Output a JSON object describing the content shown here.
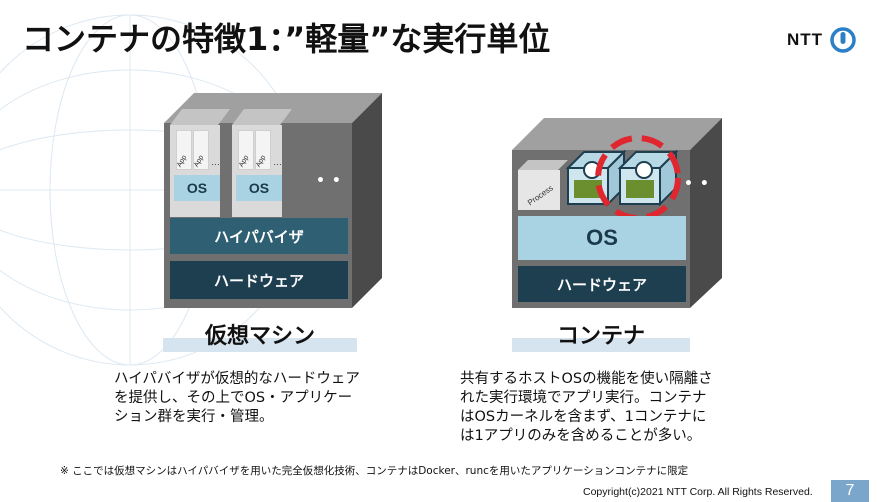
{
  "slide": {
    "title": "コンテナの特徴1：”軽量”な実行単位",
    "logo_text": "NTT",
    "page_number": "7",
    "copyright": "Copyright(c)2021 NTT Corp. All Rights Reserved.",
    "footnote": "※ ここでは仮想マシンはハイパバイザを用いた完全仮想化技術、コンテナはDocker、runcを用いたアプリケーションコンテナに限定"
  },
  "vm": {
    "caption": "仮想マシン",
    "app_label": "App",
    "ellipsis": "…",
    "os_label": "OS",
    "hypervisor_label": "ハイパバイザ",
    "hardware_label": "ハードウェア",
    "more_dots": "• •",
    "description": "ハイパバイザが仮想的なハードウェア\nを提供し、その上でOS・アプリケー\nション群を実行・管理。"
  },
  "container": {
    "caption": "コンテナ",
    "process_label": "Process",
    "os_label": "OS",
    "hardware_label": "ハードウェア",
    "more_dots": "• •",
    "description": "共有するホストOSの機能を使い隔離さ\nれた実行環境でアプリ実行。コンテナ\nはOSカーネルを含まず、1コンテナに\nは1アプリのみを含めることが多い。"
  },
  "colors": {
    "hypervisor": "#2e5f73",
    "hardware": "#1e3f50",
    "os_light": "#a9d3e3",
    "highlight_circle": "#e0262f",
    "container_green": "#6b8e2f",
    "page_badge": "#7aa6cc"
  }
}
